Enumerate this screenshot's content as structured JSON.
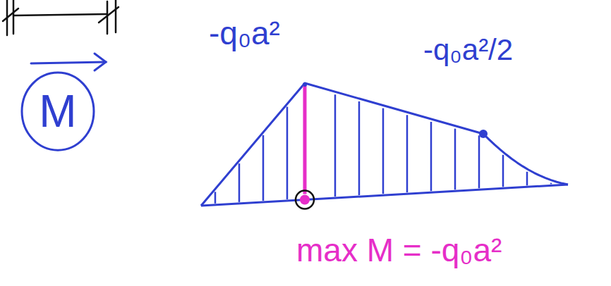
{
  "diagram": {
    "nodes": [
      {
        "text": [
          "M"
        ]
      }
    ],
    "labels": [
      "-q₀a²",
      "-q₀a²/2",
      "max M = -q₀a²"
    ]
  }
}
